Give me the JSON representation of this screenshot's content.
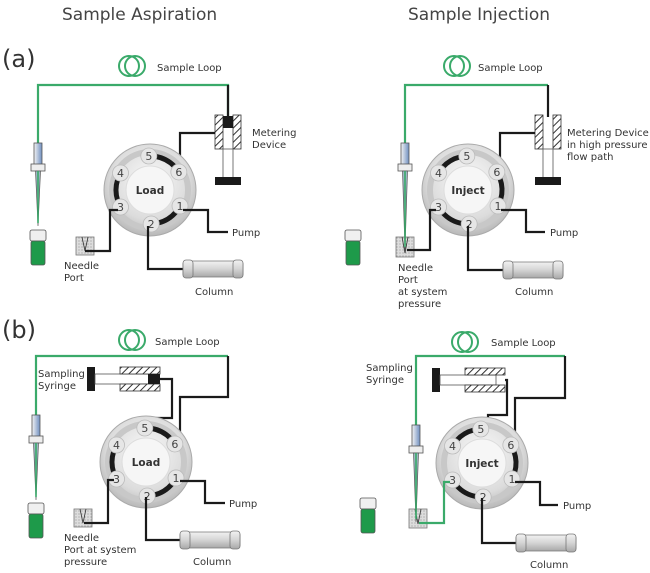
{
  "headers": {
    "left": "Sample Aspiration",
    "right": "Sample Injection"
  },
  "panels": {
    "a": "(a)",
    "b": "(b)"
  },
  "colors": {
    "sample_path": "#3aaa6a",
    "tubing": "#1a1a1a",
    "vial": "#1e9a4a",
    "needle_holder": "#8aa4c8"
  },
  "diagrams": {
    "a_left": {
      "state": "Load",
      "sample_loop": "Sample Loop",
      "device": [
        "Metering",
        "Device"
      ],
      "needle_port": [
        "Needle",
        "Port"
      ],
      "pump": "Pump",
      "column": "Column",
      "ports": [
        "1",
        "2",
        "3",
        "4",
        "5",
        "6"
      ]
    },
    "a_right": {
      "state": "Inject",
      "sample_loop": "Sample Loop",
      "device": [
        "Metering Device",
        "in high pressure",
        "flow path"
      ],
      "needle_port": [
        "Needle",
        "Port",
        "at system",
        "pressure"
      ],
      "pump": "Pump",
      "column": "Column",
      "ports": [
        "1",
        "2",
        "3",
        "4",
        "5",
        "6"
      ]
    },
    "b_left": {
      "state": "Load",
      "sample_loop": "Sample Loop",
      "device": [
        "Sampling",
        "Syringe"
      ],
      "needle_port": [
        "Needle",
        "Port at system",
        "pressure"
      ],
      "pump": "Pump",
      "column": "Column",
      "ports": [
        "1",
        "2",
        "3",
        "4",
        "5",
        "6"
      ]
    },
    "b_right": {
      "state": "Inject",
      "sample_loop": "Sample Loop",
      "device": [
        "Sampling",
        "Syringe"
      ],
      "pump": "Pump",
      "column": "Column",
      "ports": [
        "1",
        "2",
        "3",
        "4",
        "5",
        "6"
      ]
    }
  }
}
